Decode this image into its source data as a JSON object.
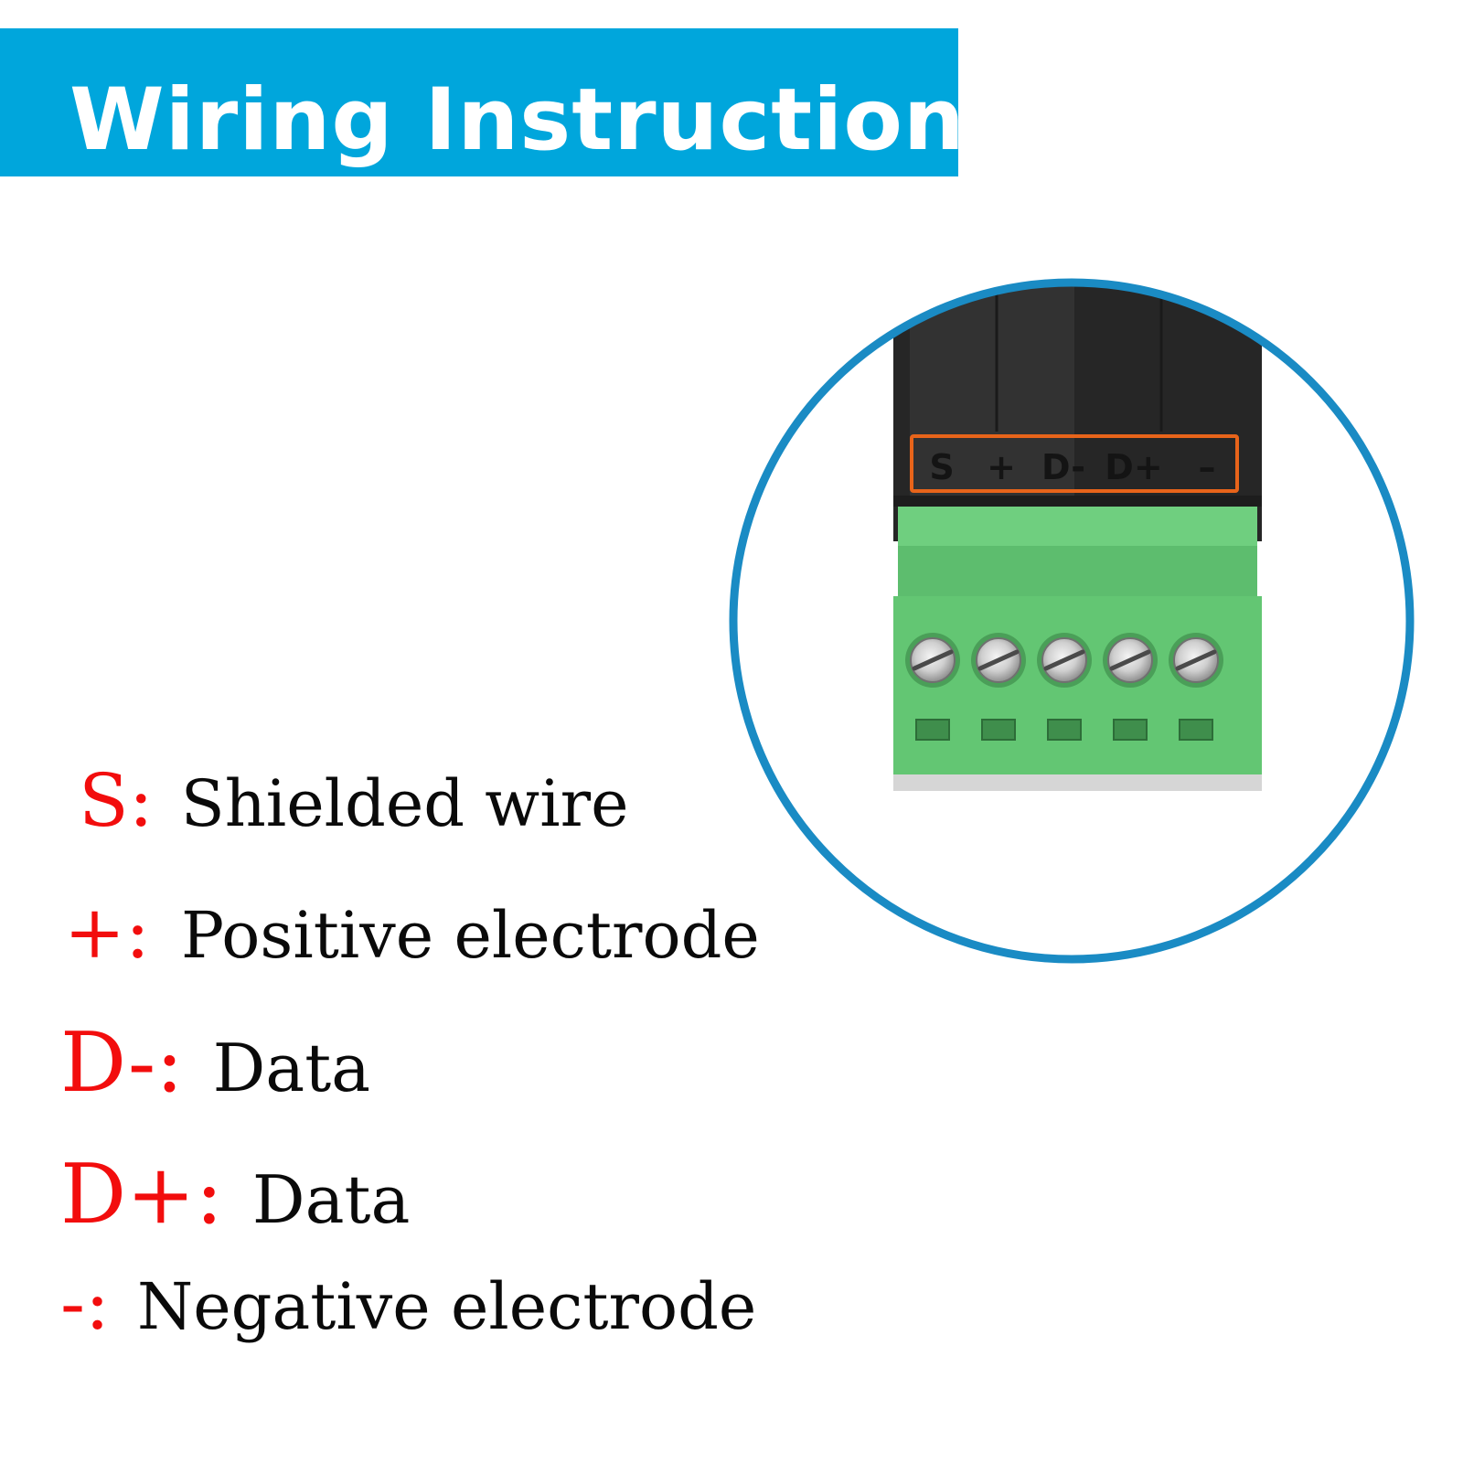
{
  "banner": {
    "title": "Wiring Instructions"
  },
  "colors": {
    "banner": "#00a6dc",
    "key_text": "#f20d0d",
    "ring": "#1a8bc4",
    "highlight_box": "#e8641a"
  },
  "legend": [
    {
      "key": "S:",
      "description": "Shielded wire"
    },
    {
      "key": "+:",
      "description": "Positive electrode"
    },
    {
      "key": "D-:",
      "description": "Data"
    },
    {
      "key": "D+:",
      "description": "Data"
    },
    {
      "key": "-:",
      "description": "Negative electrode"
    }
  ],
  "connector": {
    "pin_labels": [
      "S",
      "+",
      "D-",
      "D+",
      "–"
    ],
    "screw_count": 5
  }
}
